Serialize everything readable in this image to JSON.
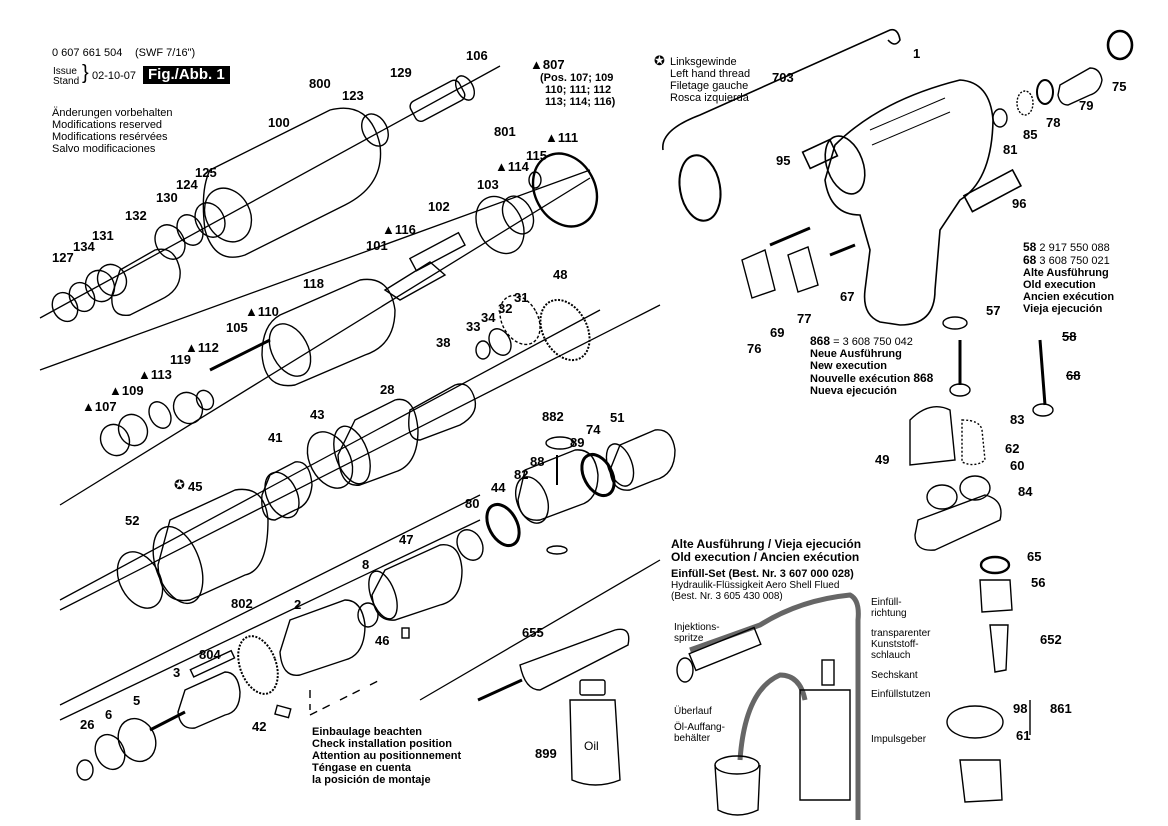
{
  "header": {
    "part_number": "0 607 661 504",
    "model": "(SWF 7/16\")",
    "issue_label_1": "Issue",
    "issue_label_2": "Stand",
    "issue_date": "02-10-07",
    "figure_label": "Fig./Abb. 1",
    "modifications": [
      "Änderungen vorbehalten",
      "Modifications reserved",
      "Modifications resérvées",
      "Salvo modificaciones"
    ]
  },
  "legend_left_hand_thread": {
    "icon": "star-circle-icon",
    "lines": [
      "Linksgewinde",
      "Left hand thread",
      "Filetage gauche",
      "Rosca izquierda"
    ]
  },
  "kit_807": {
    "number": "▲807",
    "lines": [
      "(Pos. 107; 109",
      "110; 111; 112",
      "113; 114; 116)"
    ]
  },
  "old_execution_58_68": {
    "p58_num": "58",
    "p58_code": "2 917 550 088",
    "p68_num": "68",
    "p68_code": "3 608 750 021",
    "lines": [
      "Alte Ausführung",
      "Old execution",
      "Ancien exécution",
      "Vieja ejecución"
    ]
  },
  "new_execution_868": {
    "num": "868",
    "code": "= 3 608 750 042",
    "lines": [
      "Neue Ausführung",
      "New execution",
      "Nouvelle exécution",
      "Nueva ejecución"
    ],
    "callout": "868"
  },
  "installation_note": [
    "Einbaulage beachten",
    "Check installation position",
    "Attention au positionnement",
    "Téngase en cuenta",
    "la posición de montaje"
  ],
  "fill_set": {
    "title_1": "Alte Ausführung / Vieja ejecución",
    "title_2": "Old execution / Ancien exécution",
    "set_line": "Einfüll-Set (Best. Nr. 3 607 000 028)",
    "fluid_line": "Hydraulik-Flüssigkeit Aero Shell Flued",
    "fluid_order": "(Best. Nr. 3 605 430 008)",
    "labels": {
      "einfuell_1": "Einfüll-",
      "einfuell_2": "richtung",
      "injektion_1": "Injektions-",
      "injektion_2": "spritze",
      "schlauch_1": "transparenter",
      "schlauch_2": "Kunststoff-",
      "schlauch_3": "schlauch",
      "sechskant": "Sechskant",
      "einfuellstutzen": "Einfüllstutzen",
      "ueberlauf": "Überlauf",
      "oel_1": "Öl-Auffang-",
      "oel_2": "behälter",
      "impuls": "Impulsgeber"
    }
  },
  "oil_bottle_label": "Oil",
  "parts": {
    "p1": "1",
    "p2": "2",
    "p3": "3",
    "p5": "5",
    "p6": "6",
    "p8": "8",
    "p26": "26",
    "p28": "28",
    "p31": "31",
    "p32": "32",
    "p33": "33",
    "p34": "34",
    "p38": "38",
    "p41": "41",
    "p42": "42",
    "p43": "43",
    "p44": "44",
    "p45": "45",
    "p46": "46",
    "p47": "47",
    "p48": "48",
    "p49": "49",
    "p51": "51",
    "p52": "52",
    "p56": "56",
    "p57": "57",
    "p58": "58",
    "p60": "60",
    "p61": "61",
    "p62": "62",
    "p65": "65",
    "p67": "67",
    "p68": "68",
    "p69": "69",
    "p74": "74",
    "p75": "75",
    "p76": "76",
    "p77": "77",
    "p78": "78",
    "p79": "79",
    "p80": "80",
    "p81": "81",
    "p82": "82",
    "p83": "83",
    "p84": "84",
    "p85": "85",
    "p88": "88",
    "p89": "89",
    "p95": "95",
    "p96": "96",
    "p98": "98",
    "p100": "100",
    "p101": "101",
    "p102": "102",
    "p103": "103",
    "p105": "105",
    "p106": "106",
    "p107": "▲107",
    "p109": "▲109",
    "p110": "▲110",
    "p111": "▲111",
    "p112": "▲112",
    "p113": "▲113",
    "p114": "▲114",
    "p115": "115",
    "p116": "▲116",
    "p118": "118",
    "p119": "119",
    "p123": "123",
    "p124": "124",
    "p125": "125",
    "p127": "127",
    "p129": "129",
    "p130": "130",
    "p131": "131",
    "p132": "132",
    "p134": "134",
    "p652": "652",
    "p655": "655",
    "p703": "703",
    "p800": "800",
    "p801": "801",
    "p802": "802",
    "p804": "804",
    "p861": "861",
    "p882": "882",
    "p899": "899"
  }
}
